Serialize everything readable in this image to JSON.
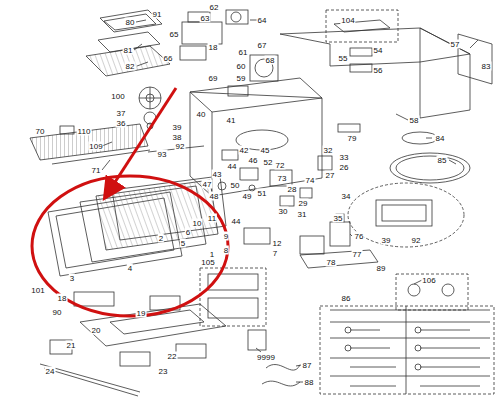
{
  "diagram": {
    "labels": [
      "80",
      "81",
      "82",
      "91",
      "62",
      "63",
      "64",
      "65",
      "66",
      "18",
      "67",
      "61",
      "68",
      "60",
      "59",
      "69",
      "104",
      "54",
      "55",
      "56",
      "57",
      "83",
      "58",
      "100",
      "37",
      "36",
      "39",
      "38",
      "92",
      "40",
      "41",
      "79",
      "70",
      "110",
      "109",
      "71",
      "93",
      "44",
      "45",
      "46",
      "43",
      "42",
      "50",
      "47",
      "48",
      "49",
      "51",
      "52",
      "32",
      "33",
      "26",
      "72",
      "73",
      "74",
      "27",
      "28",
      "29",
      "30",
      "31",
      "84",
      "85",
      "34",
      "35",
      "39",
      "92",
      "10",
      "11",
      "2",
      "6",
      "5",
      "4",
      "3",
      "101",
      "9",
      "8",
      "7",
      "1",
      "44",
      "12",
      "76",
      "77",
      "78",
      "89",
      "106",
      "18",
      "90",
      "19",
      "20",
      "21",
      "22",
      "23",
      "24",
      "105",
      "86",
      "9999",
      "87",
      "88"
    ]
  }
}
